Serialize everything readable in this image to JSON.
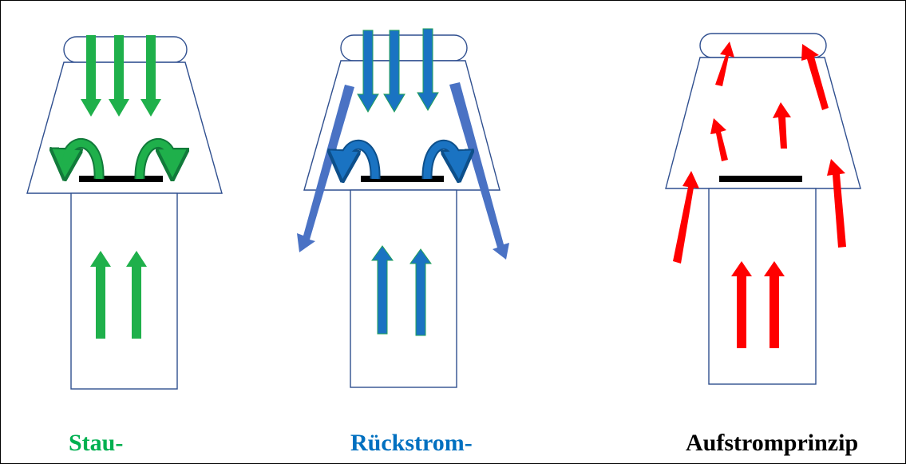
{
  "labels": {
    "stau": "Stau-",
    "rueckstrom": "Rückstrom-",
    "aufstrom": "Aufstromprinzip"
  },
  "colors": {
    "stau": "#00b050",
    "rueckstrom": "#0070c0",
    "aufstrom": "#000000",
    "outline": "#2f4f8f",
    "green_arrow": "#1fb04b",
    "green_arrow_dark": "#117a3a",
    "blue_arrow": "#1a73c2",
    "blue_arrow_edge": "#21a05a",
    "wide_blue_arrow": "#4a72c4",
    "red_arrow": "#ff0000",
    "plate": "#000000"
  },
  "principles": [
    {
      "name": "stau",
      "arrow_color": "green"
    },
    {
      "name": "rueckstrom",
      "arrow_color": "blue"
    },
    {
      "name": "aufstrom",
      "arrow_color": "red"
    }
  ]
}
